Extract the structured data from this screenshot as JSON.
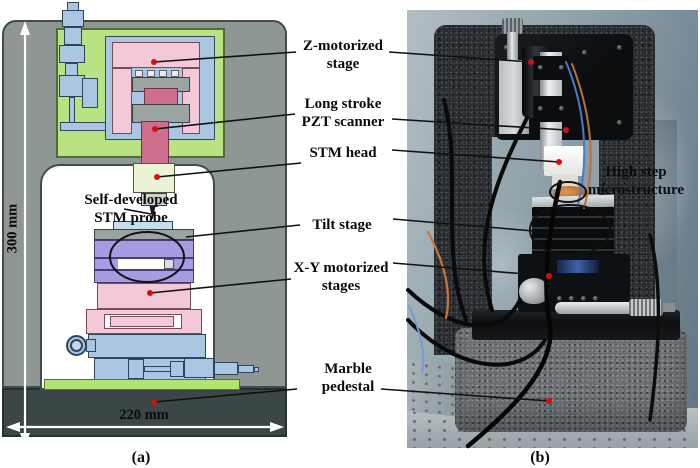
{
  "figure": {
    "caption_a": "(a)",
    "caption_b": "(b)",
    "dimension_height": "300 mm",
    "dimension_width": "220 mm"
  },
  "labels": {
    "z_stage_1": "Z-motorized",
    "z_stage_2": "stage",
    "pzt_1": "Long stroke",
    "pzt_2": "PZT scanner",
    "stm_head": "STM head",
    "tilt_stage": "Tilt stage",
    "xy_1": "X-Y motorized",
    "xy_2": "stages",
    "marble_1": "Marble",
    "marble_2": "pedestal",
    "probe_1": "Self-developed",
    "probe_2": "STM probe",
    "micro_1": "High step",
    "micro_2": "microstructure"
  },
  "colors": {
    "frame_gray": "#8e9793",
    "panel_green": "#b9e383",
    "component_blue": "#a9c6e3",
    "component_pink": "#f3c9d8",
    "pzt_rose": "#cf6d8d",
    "stm_head_green": "#eaf3d5",
    "tilt_purple": "#a79ce1",
    "base_green": "#b2e473",
    "pedestal_dark": "#3b4647",
    "annotation_red": "#d40f0f",
    "copper_sample": "#c87a35"
  }
}
